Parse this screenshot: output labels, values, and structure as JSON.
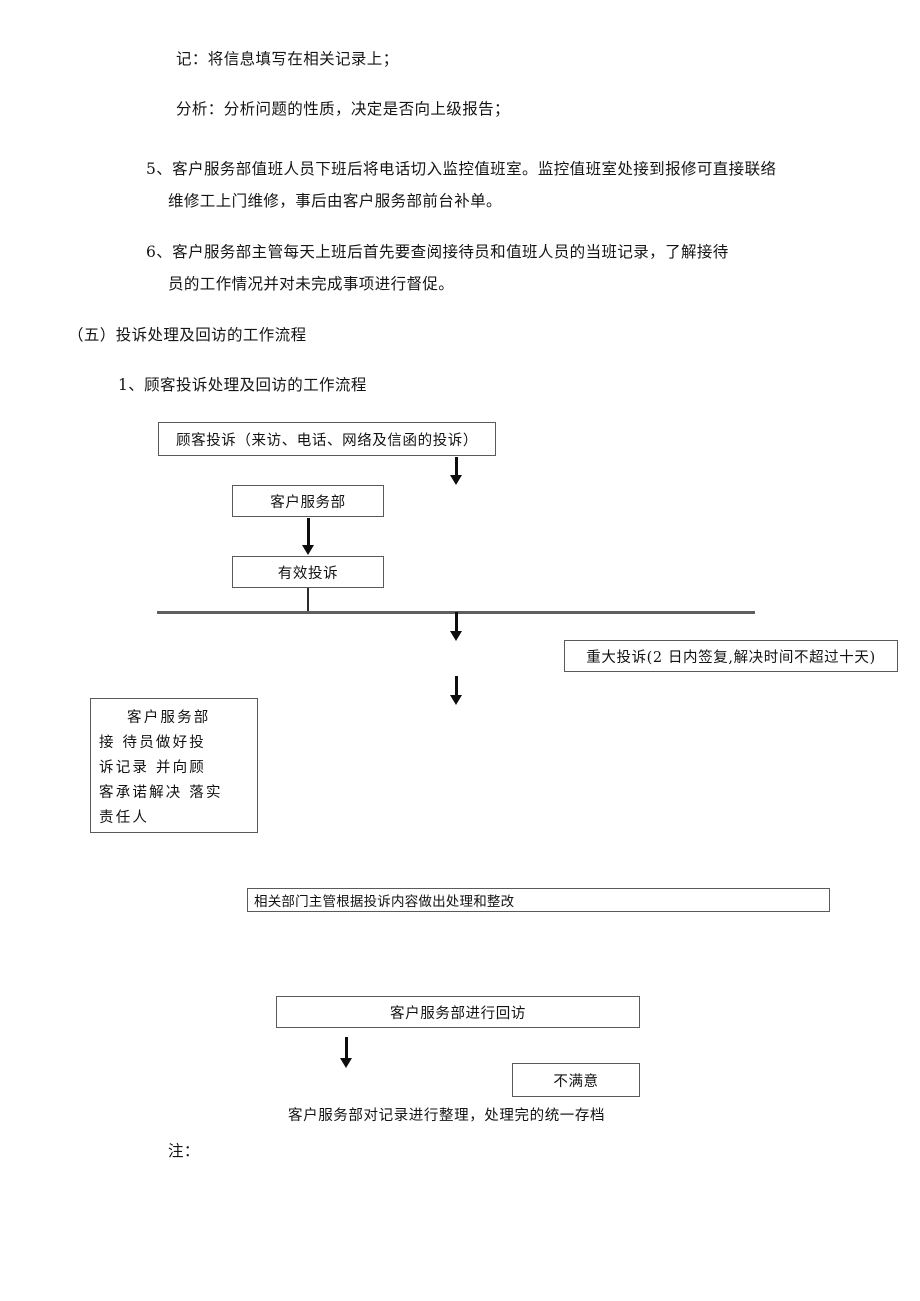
{
  "document": {
    "language": "zh-CN",
    "paragraphs": [
      {
        "id": "p-ji",
        "text": "记：将信息填写在相关记录上；"
      },
      {
        "id": "p-fenxi",
        "text": "分析：分析问题的性质，决定是否向上级报告；"
      }
    ],
    "numbered_items": [
      {
        "id": "item-5",
        "marker": "5、",
        "lines": [
          "客户服务部值班人员下班后将电话切入监控值班室。监控值班室处接到报修可直接联络",
          "维修工上门维修，事后由客户服务部前台补单。"
        ]
      },
      {
        "id": "item-6",
        "marker": "6、",
        "lines": [
          "客户服务部主管每天上班后首先要查阅接待员和值班人员的当班记录，了解接待",
          "员的工作情况并对未完成事项进行督促。"
        ]
      }
    ],
    "section_heading": "（五）投诉处理及回访的工作流程",
    "subsection_heading": "1、顾客投诉处理及回访的工作流程",
    "footer_note": "注："
  },
  "flowchart": {
    "title": "顾客投诉处理及回访的工作流程",
    "nodes": [
      {
        "id": "node-complaint-intake",
        "label": "顾客投诉（来访、电话、网络及信函的投诉）"
      },
      {
        "id": "node-customer-service-dept",
        "label": "客户服务部"
      },
      {
        "id": "node-valid-complaint",
        "label": "有效投诉"
      },
      {
        "id": "node-major-complaint",
        "label": "重大投诉(2 日内签复,解决时间不超过十天)"
      },
      {
        "id": "node-receptionist-record",
        "lines": [
          "客户服务部",
          "接 待员做好投",
          "诉记录 并向顾",
          "客承诺解决 落实",
          "责任人"
        ]
      },
      {
        "id": "node-dept-handling",
        "label": "相关部门主管根据投诉内容做出处理和整改"
      },
      {
        "id": "node-follow-up-visit",
        "label": "客户服务部进行回访"
      },
      {
        "id": "node-dissatisfied",
        "label": "不满意"
      }
    ],
    "caption_below": "客户服务部对记录进行整理，处理完的统一存档",
    "colors": {
      "box_border": "#5a5a5a",
      "connector": "#2b2b2b",
      "divider": "#5f5f5f",
      "text": "#121212",
      "page_background": "#ffffff"
    }
  }
}
